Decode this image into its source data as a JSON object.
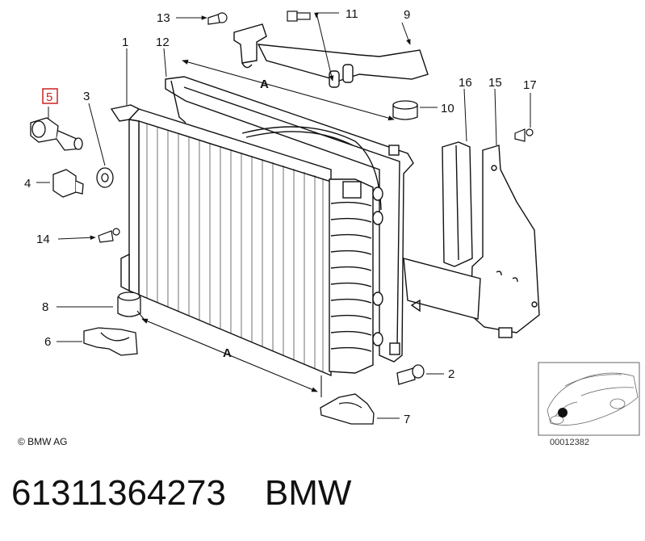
{
  "callouts": {
    "c1": "1",
    "c2": "2",
    "c3": "3",
    "c4": "4",
    "c5": "5",
    "c6": "6",
    "c7": "7",
    "c8": "8",
    "c9": "9",
    "c10": "10",
    "c11": "11",
    "c12": "12",
    "c13": "13",
    "c14": "14",
    "c15": "15",
    "c16": "16",
    "c17": "17"
  },
  "dimension_label_top": "A",
  "dimension_label_bottom": "A",
  "copyright": "© BMW AG",
  "diagram_ref": "00012382",
  "part_number": "61311364273",
  "brand": "BMW",
  "highlight_color": "#cc2222"
}
